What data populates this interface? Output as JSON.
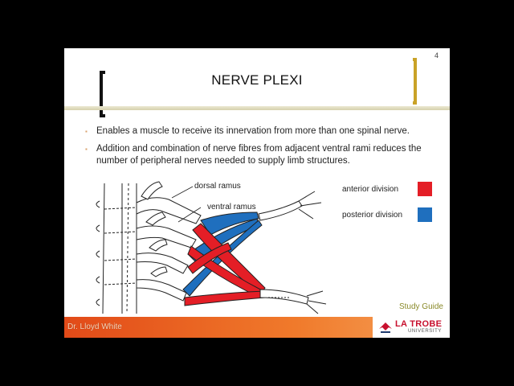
{
  "slide": {
    "page_number": "4",
    "title": "NERVE PLEXI",
    "bullets": [
      "Enables a muscle to receive its innervation from more than one spinal nerve.",
      "Addition and combination of nerve fibres from adjacent ventral rami reduces the number of peripheral nerves needed to supply limb structures."
    ],
    "bullet_marker": "▪"
  },
  "diagram": {
    "labels": {
      "dorsal": "dorsal ramus",
      "ventral": "ventral ramus"
    },
    "legend": [
      {
        "label": "anterior division",
        "color": "#e41e26"
      },
      {
        "label": "posterior division",
        "color": "#1f6fbe"
      }
    ]
  },
  "study_guide": "Study Guide",
  "footer": {
    "author": "Dr. Lloyd White",
    "logo_name": "LA TROBE",
    "logo_sub": "UNIVERSITY"
  },
  "colors": {
    "anterior": "#e41e26",
    "posterior": "#1f6fbe",
    "footer": "#f07a2b",
    "bracket_accent": "#c9a227"
  }
}
